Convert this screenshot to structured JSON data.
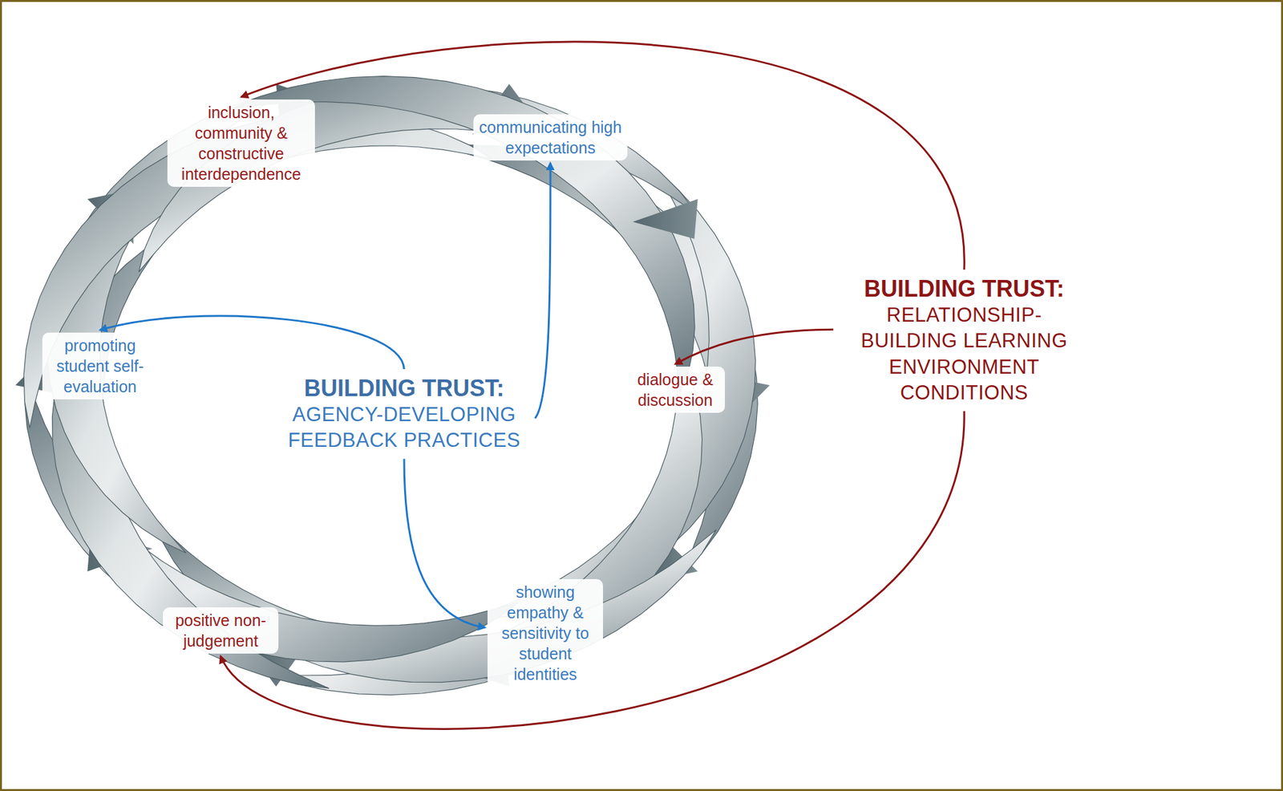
{
  "diagram": {
    "nodes": [
      {
        "text": [
          "inclusion, community & constructive interdependence"
        ]
      },
      {
        "text": [
          "communicating high expectations"
        ]
      },
      {
        "text": [
          "promoting student self-evaluation"
        ]
      },
      {
        "text": [
          "BUILDING TRUST:",
          "AGENCY-DEVELOPING FEEDBACK PRACTICES"
        ]
      },
      {
        "text": [
          "BUILDING TRUST:",
          "RELATIONSHIP-BUILDING LEARNING ENVIRONMENT CONDITIONS"
        ]
      },
      {
        "text": [
          "dialogue & discussion"
        ]
      },
      {
        "text": [
          "positive non-judgement"
        ]
      },
      {
        "text": [
          "showing empathy & sensitivity to student identities"
        ]
      }
    ],
    "edges": [
      {
        "from": 3,
        "to": 1,
        "arrow": "to"
      },
      {
        "from": 3,
        "to": 2,
        "arrow": "to"
      },
      {
        "from": 3,
        "to": 7,
        "arrow": "to"
      },
      {
        "from": 4,
        "to": 0,
        "arrow": "to"
      },
      {
        "from": 4,
        "to": 5,
        "arrow": "to"
      },
      {
        "from": 4,
        "to": 6,
        "arrow": "to"
      }
    ]
  }
}
